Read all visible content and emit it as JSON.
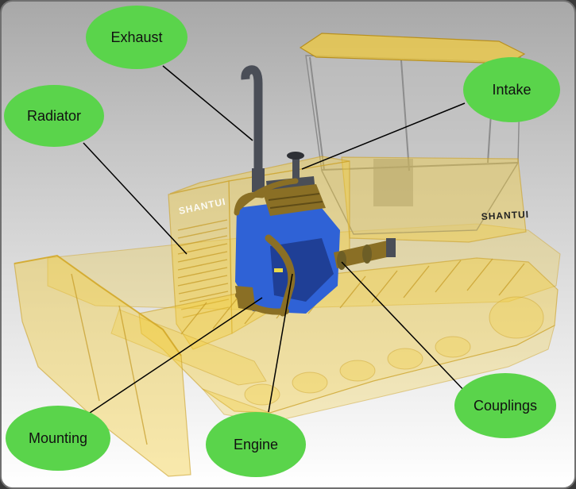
{
  "labels": {
    "exhaust": "Exhaust",
    "radiator": "Radiator",
    "intake": "Intake",
    "couplings": "Couplings",
    "mounting": "Mounting",
    "engine": "Engine"
  },
  "brand": {
    "grille": "SHANTUI",
    "cab": "SHANTUI"
  },
  "colors": {
    "label_fill": "#5ad44b",
    "machine": "#f2cc3c",
    "engine": "#2f62d6",
    "engine_trim": "#8a6f25",
    "exhaust_pipe": "#4a4e57",
    "leader_line": "#000000"
  }
}
